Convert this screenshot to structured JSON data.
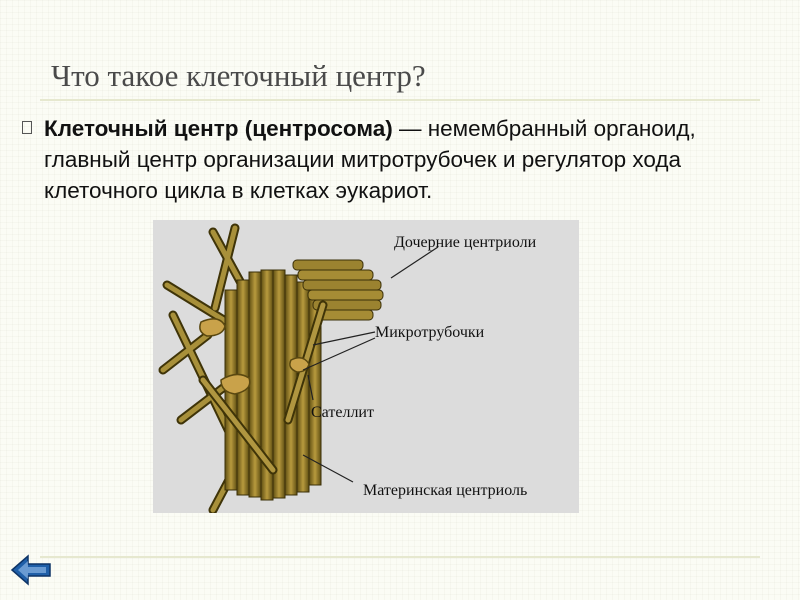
{
  "slide": {
    "title": "Что такое клеточный центр?",
    "term": "Клеточный центр (центросома)",
    "definition": " — немембранный органоид, главный центр организации митротрубочек и регулятор хода клеточного цикла в клетках эукариот."
  },
  "figure": {
    "labels": {
      "daughter_centrioles": "Дочерние центриоли",
      "microtubules": "Микротрубочки",
      "satellite": "Сателлит",
      "mother_centriole": "Материнская центриоль"
    }
  },
  "colors": {
    "tube": "#8a7420",
    "tube_light": "#b79b42",
    "satellite": "#c9a24a",
    "accent_nav": "#1f5fa8"
  },
  "icons": {
    "bullet": "box-bullet-icon",
    "nav": "back-arrow-icon"
  }
}
